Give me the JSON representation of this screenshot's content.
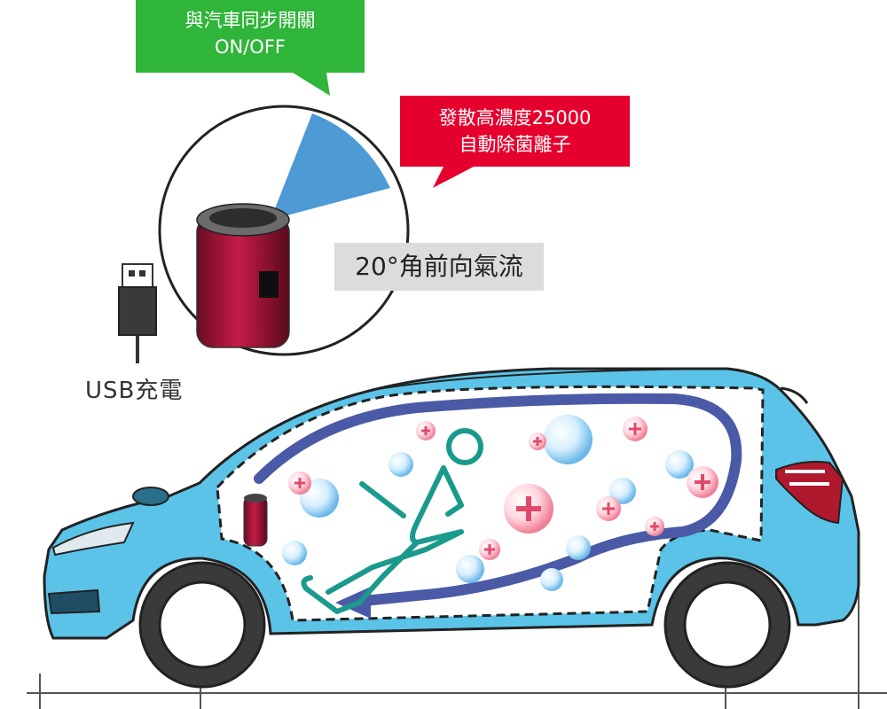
{
  "callouts": {
    "sync": {
      "line1": "與汽車同步開關",
      "line2": "ON/OFF",
      "color": "#2fb53a"
    },
    "ions": {
      "line1": "發散高濃度25000",
      "line2": "自動除菌離子",
      "color": "#e6002d"
    }
  },
  "airflow_label": "20°角前向氣流",
  "usb_label": "USB充電",
  "colors": {
    "car_body": "#5bc3e8",
    "airflow_arrow": "#4a5aa6",
    "purifier": "#b3123a",
    "driver_outline": "#1a9a8c",
    "beam": "#3a8fd0"
  },
  "icons": [
    "usb-plug-icon",
    "purifier-icon",
    "car-illustration",
    "driver-figure",
    "ion-bubble-icon",
    "airflow-arrow"
  ]
}
